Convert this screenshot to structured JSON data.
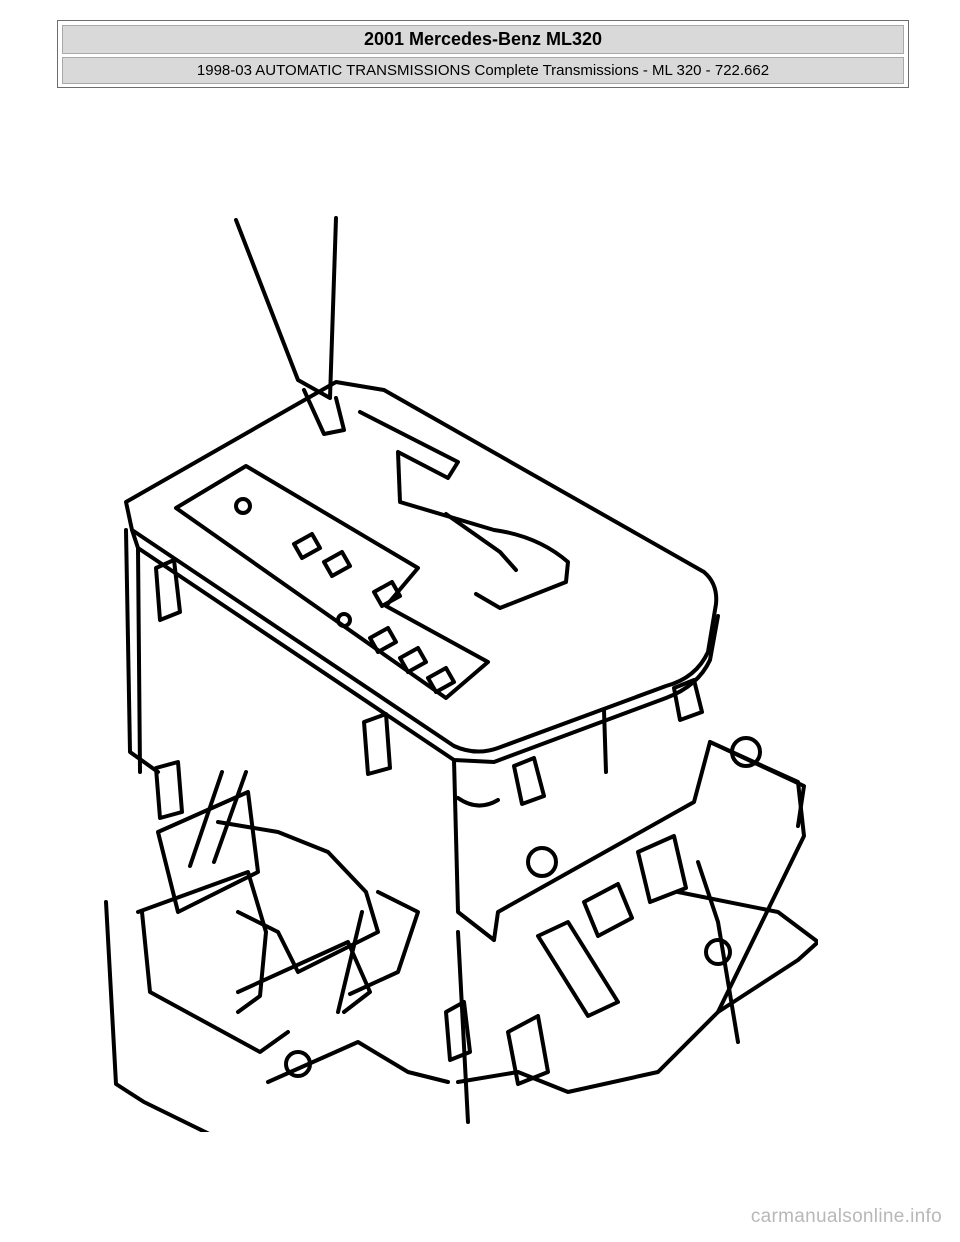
{
  "header": {
    "title": "2001 Mercedes-Benz ML320",
    "subtitle": "1998-03 AUTOMATIC TRANSMISSIONS Complete Transmissions - ML 320 - 722.662"
  },
  "figure": {
    "subject": "gear-selector-lever-assembly",
    "line_color": "#000000"
  },
  "watermark": {
    "text": "carmanualsonline.info"
  }
}
